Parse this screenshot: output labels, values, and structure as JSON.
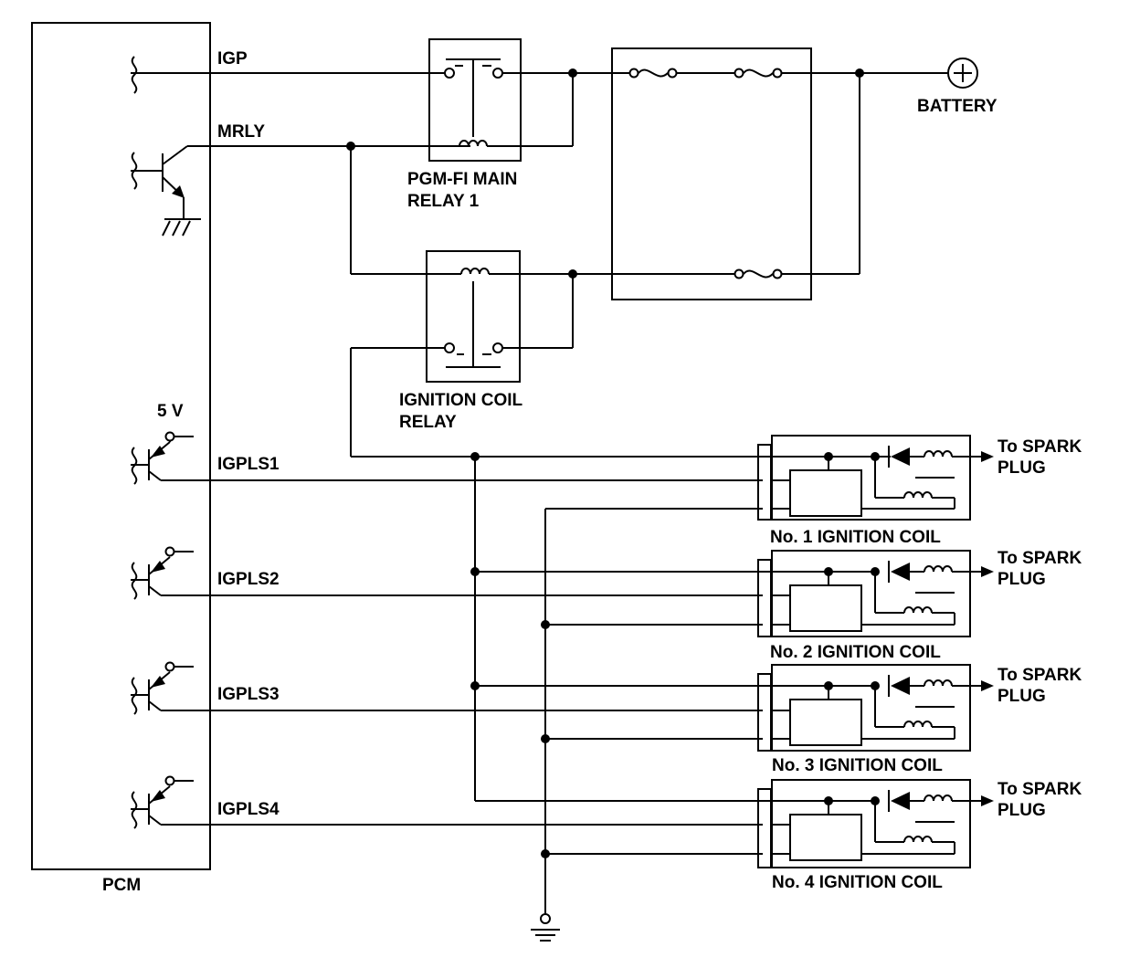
{
  "labels": {
    "pcm": "PCM",
    "igp": "IGP",
    "mrly": "MRLY",
    "five_v": "5 V",
    "igpls1": "IGPLS1",
    "igpls2": "IGPLS2",
    "igpls3": "IGPLS3",
    "igpls4": "IGPLS4",
    "main_relay_line1": "PGM-FI MAIN",
    "main_relay_line2": "RELAY 1",
    "ign_relay_line1": "IGNITION COIL",
    "ign_relay_line2": "RELAY",
    "battery": "BATTERY",
    "coil1": "No. 1 IGNITION COIL",
    "coil2": "No. 2 IGNITION COIL",
    "coil3": "No. 3 IGNITION COIL",
    "coil4": "No. 4 IGNITION COIL",
    "spark_line1": "To SPARK",
    "spark_line2": "PLUG"
  },
  "colors": {
    "line": "#000000",
    "background": "#ffffff"
  }
}
